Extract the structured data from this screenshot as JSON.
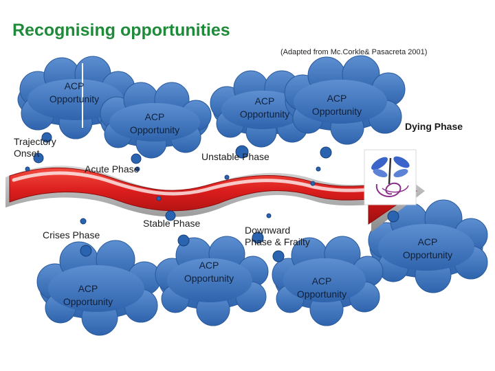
{
  "title": "Recognising opportunities",
  "citation": "(Adapted from Mc.Corkle& Pasacreta 2001)",
  "phases": {
    "trajectory_onset": "Trajectory\nOnset",
    "acute": "Acute Phase",
    "unstable": "Unstable Phase",
    "dying": "Dying Phase",
    "crises": "Crises Phase",
    "stable": "Stable Phase",
    "downward": "Downward\nPhase & Frailty"
  },
  "clouds": [
    "ACP\nOpportunity",
    "ACP\nOpportunity",
    "ACP\nOpportunity",
    "ACP\nOpportunity",
    "ACP\nOpportunity",
    "ACP\nOpportunity",
    "ACP\nOpportunity",
    "ACP\nOpportunity"
  ],
  "colors": {
    "title": "#1f8a3a",
    "cloud_fill": "#3d74bd",
    "cloud_edge": "#28599b",
    "arrow_red": "#d21f1f",
    "arrow_shadow": "#9a9a9a",
    "marker": "#2a63b0"
  },
  "icons": {
    "logo": "dragonfly-logo"
  }
}
